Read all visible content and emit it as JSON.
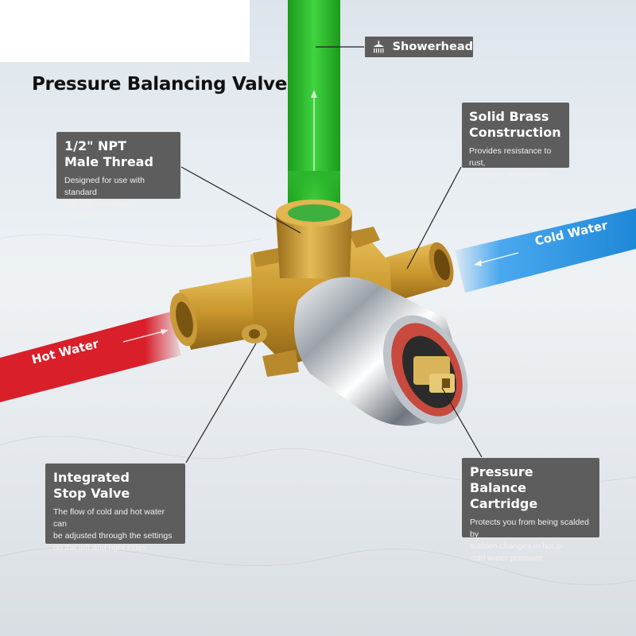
{
  "title": "Pressure Balancing Valve",
  "showerhead": {
    "label": "Showerhead",
    "icon": "showerhead-icon"
  },
  "pipes": {
    "hot": {
      "label": "Hot Water",
      "color": "#d81f2a"
    },
    "cold": {
      "label": "Cold Water",
      "color": "#1e88d8"
    },
    "outlet_color": "#2cb52c"
  },
  "callouts": {
    "npt": {
      "heading_1": "1/2\" NPT",
      "heading_2": "Male Thread",
      "desc_1": "Designed for use with standard",
      "desc_2": "1/2\" US plumbing connections"
    },
    "brass": {
      "heading_1": "Solid Brass",
      "heading_2": "Construction",
      "desc_1": "Provides resistance to rust,",
      "desc_2": "corrosion, and tarnish"
    },
    "stop": {
      "heading_1": "Integrated",
      "heading_2": "Stop Valve",
      "desc_1": "The flow of cold and hot water can",
      "desc_2": "be adjusted through the settings",
      "desc_3": "on the left and right sides"
    },
    "cartridge": {
      "heading_1": "Pressure Balance",
      "heading_2": "Cartridge",
      "desc_1": "Protects you from being scalded by",
      "desc_2": "sudden changes in hot or",
      "desc_3": "cold water pressure"
    }
  },
  "colors": {
    "brass": "#c9962c",
    "chrome": "#c8ccd2",
    "callout_bg": "#5d5d5d"
  }
}
